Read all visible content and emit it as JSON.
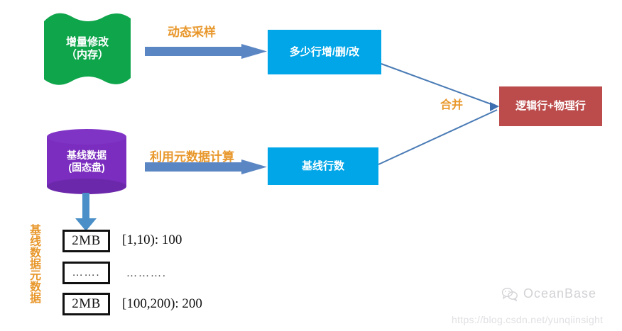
{
  "diagram": {
    "nodes": {
      "incremental": {
        "line1": "增量修改",
        "line2": "（内存）",
        "shape": "wave",
        "color": "#0EA54B"
      },
      "baseline_store": {
        "line1": "基线数据",
        "line2": "(固态盘)",
        "shape": "cylinder",
        "color": "#7A2DBE"
      },
      "rows_changed": {
        "label": "多少行增/删/改",
        "shape": "rect",
        "color": "#00A6E8"
      },
      "baseline_rows": {
        "label": "基线行数",
        "shape": "rect",
        "color": "#00A6E8"
      },
      "final": {
        "label": "逻辑行+物理行",
        "shape": "rect",
        "color": "#BC4B4B"
      }
    },
    "edge_labels": {
      "sampling": "动态采样",
      "metadata_calc": "利用元数据计算",
      "merge": "合并",
      "vertical_group": "基线数据元数据"
    },
    "metadata_rows": [
      {
        "box": "2MB",
        "label": "[1,10): 100"
      },
      {
        "box": "…….",
        "label": "………."
      },
      {
        "box": "2MB",
        "label": "[100,200): 200"
      }
    ],
    "colors": {
      "arrow_fill": "#5B86C4",
      "down_arrow_fill": "#4A8FC7",
      "connector_line": "#4A7BB5",
      "orange_text": "#E8972B"
    }
  },
  "watermark": {
    "brand": "OceanBase",
    "url": "https://blog.csdn.net/yunqiinsight"
  }
}
